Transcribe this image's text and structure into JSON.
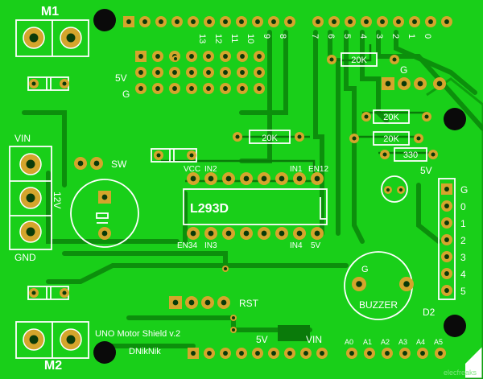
{
  "board": {
    "name": "UNO Motor Shield v.2",
    "author": "DNikNik",
    "colors": {
      "board": "#19cf19",
      "board_edge": "#0e9f0e",
      "trace": "#0c8f0c",
      "silk": "#ffffff",
      "pad": "#d4a52c",
      "hole": "#0a3b0a",
      "mount": "#0a0a0a"
    }
  },
  "labels": {
    "m1": "M1",
    "m2": "M2",
    "vin": "VIN",
    "gnd": "GND",
    "v12": "12V",
    "sw": "SW",
    "v5_header": "5V",
    "g_header": "G",
    "vcc": "VCC",
    "in2": "IN2",
    "in1": "IN1",
    "en12": "EN12",
    "chip": "L293D",
    "en34": "EN34",
    "in3": "IN3",
    "in4": "IN4",
    "v5_chip": "5V",
    "r_20k_a": "20K",
    "r_20k_b": "20K",
    "r_20k_c": "20K",
    "r_20k_d": "20K",
    "r_330": "330",
    "g_right": "G",
    "v5_right": "5V",
    "buzzer": "BUZZER",
    "buzzer_g": "G",
    "d2": "D2",
    "rst": "RST",
    "v5_bottom": "5V",
    "vin_bottom": "VIN",
    "watermark": "elecfreaks"
  },
  "digital_pins": [
    "13",
    "12",
    "11",
    "10",
    "9",
    "8",
    "7",
    "6",
    "5",
    "4",
    "3",
    "2",
    "1",
    "0"
  ],
  "right_pins": [
    "G",
    "0",
    "1",
    "2",
    "3",
    "4",
    "5"
  ],
  "analog_pins": [
    "A0",
    "A1",
    "A2",
    "A3",
    "A4",
    "A5"
  ]
}
